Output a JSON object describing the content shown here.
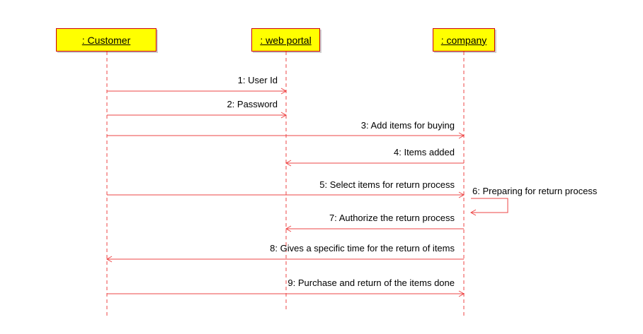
{
  "diagram": {
    "type": "sequence",
    "colors": {
      "line": "#ee4444",
      "box_fill": "#ffff00",
      "box_border": "#cc0000",
      "text": "#000000"
    },
    "lifelines": [
      {
        "id": "customer",
        "label": " : Customer"
      },
      {
        "id": "portal",
        "label": " : web portal"
      },
      {
        "id": "company",
        "label": " : company"
      }
    ],
    "messages": [
      {
        "label": "1: User Id",
        "from": "customer",
        "to": "portal"
      },
      {
        "label": "2: Password",
        "from": "customer",
        "to": "portal"
      },
      {
        "label": "3: Add items for buying",
        "from": "customer",
        "to": "company"
      },
      {
        "label": "4: Items added",
        "from": "company",
        "to": "portal"
      },
      {
        "label": "5: Select items for return process",
        "from": "customer",
        "to": "company"
      },
      {
        "label": "6: Preparing for return process",
        "from": "company",
        "to": "company"
      },
      {
        "label": "7: Authorize the return process",
        "from": "company",
        "to": "portal"
      },
      {
        "label": "8: Gives a specific time for the return of items",
        "from": "company",
        "to": "customer"
      },
      {
        "label": "9: Purchase and return of the items done",
        "from": "customer",
        "to": "company"
      }
    ]
  }
}
